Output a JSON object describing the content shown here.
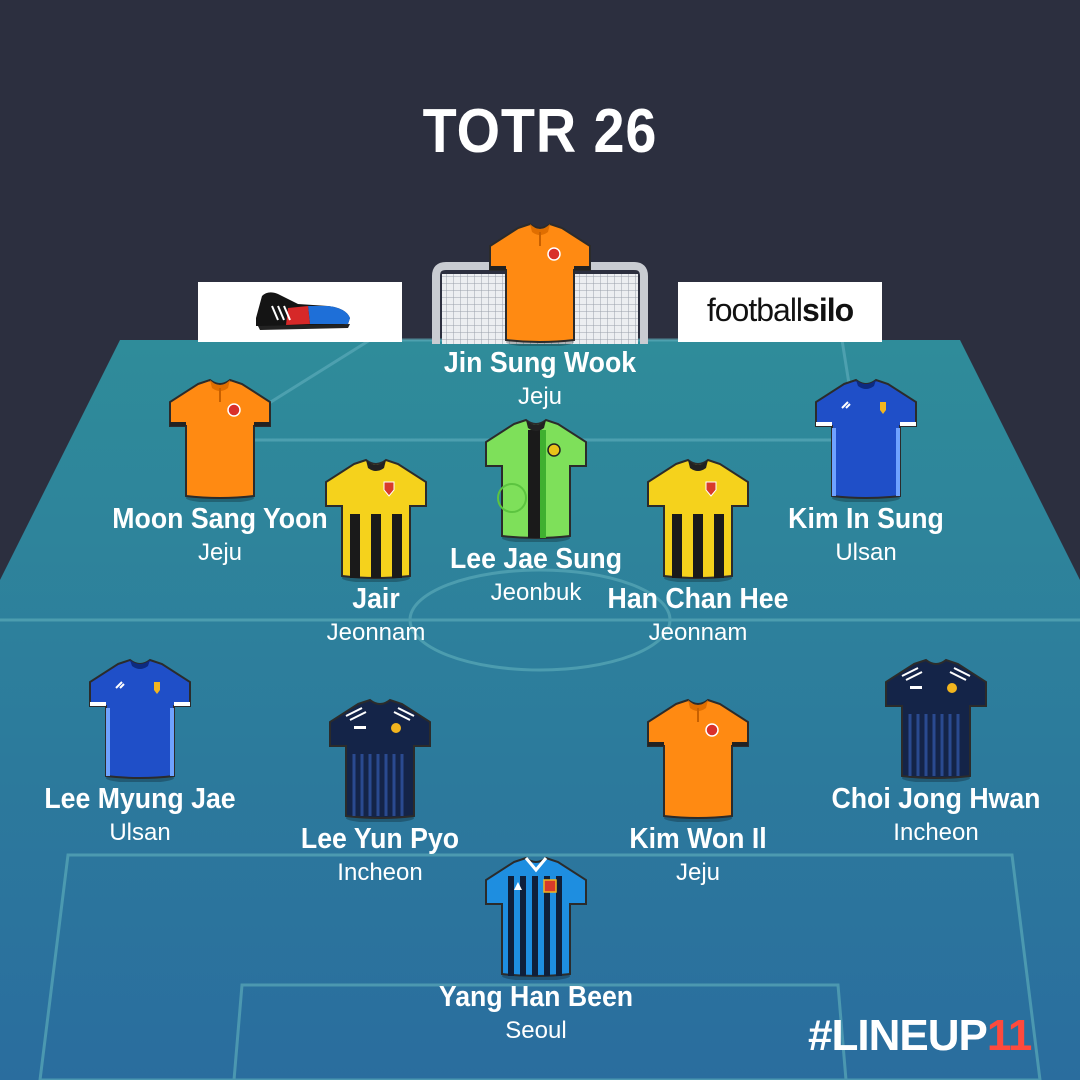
{
  "title": "TOTR 26",
  "sponsors": {
    "left_logo": "adidas-boot-icon",
    "right_text_light": "football",
    "right_text_bold": "silo"
  },
  "colors": {
    "background": "#2c2f3f",
    "pitch_top": "#2f8c9a",
    "pitch_bottom": "#2a6d9e",
    "brand_accent": "#ff4a3d"
  },
  "players": [
    {
      "name": "Jin Sung Wook",
      "club": "Jeju",
      "kit": "jeju"
    },
    {
      "name": "Moon Sang Yoon",
      "club": "Jeju",
      "kit": "jeju"
    },
    {
      "name": "Lee Jae Sung",
      "club": "Jeonbuk",
      "kit": "jeonbuk"
    },
    {
      "name": "Kim In Sung",
      "club": "Ulsan",
      "kit": "ulsan"
    },
    {
      "name": "Jair",
      "club": "Jeonnam",
      "kit": "jeonnam"
    },
    {
      "name": "Han Chan Hee",
      "club": "Jeonnam",
      "kit": "jeonnam"
    },
    {
      "name": "Lee Myung Jae",
      "club": "Ulsan",
      "kit": "ulsan"
    },
    {
      "name": "Choi Jong Hwan",
      "club": "Incheon",
      "kit": "incheon"
    },
    {
      "name": "Lee Yun Pyo",
      "club": "Incheon",
      "kit": "incheon"
    },
    {
      "name": "Kim Won Il",
      "club": "Jeju",
      "kit": "jeju"
    },
    {
      "name": "Yang Han Been",
      "club": "Seoul",
      "kit": "seoul"
    }
  ],
  "brand": {
    "prefix": "#LINEUP",
    "number": "11"
  }
}
